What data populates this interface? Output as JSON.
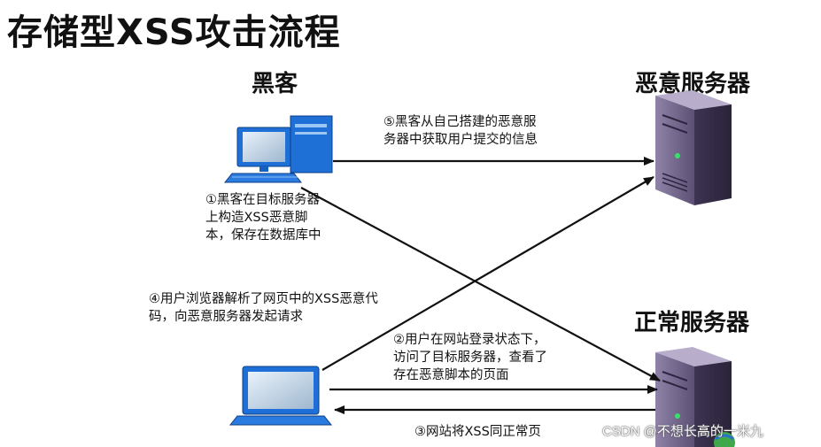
{
  "title": "存储型XSS攻击流程",
  "nodes": {
    "hacker": "黑客",
    "malicious_server": "恶意服务器",
    "normal_server": "正常服务器"
  },
  "steps": {
    "s1": [
      "①黑客在目标服务器",
      "上构造XSS恶意脚",
      "本，保存在数据库中"
    ],
    "s2": [
      "②用户在网站登录状态下，",
      "访问了目标服务器，查看了",
      "存在恶意脚本的页面"
    ],
    "s3": [
      "③网站将XSS同正常页"
    ],
    "s4": [
      "④用户浏览器解析了网页中的XSS恶意代",
      "码，向恶意服务器发起请求"
    ],
    "s5": [
      "⑤黑客从自己搭建的恶意服",
      "务器中获取用户提交的信息"
    ]
  },
  "watermark": "CSDN @不想长高的一米九"
}
